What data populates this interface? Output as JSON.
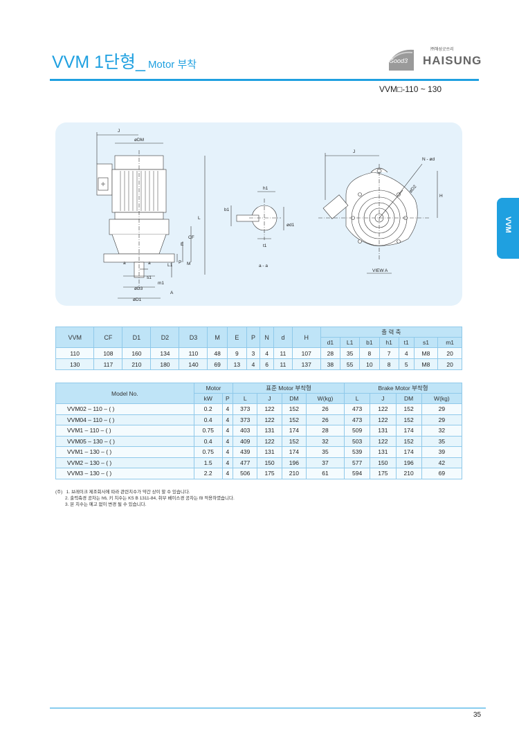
{
  "header": {
    "title_main": "VVM 1단형_",
    "title_sub": "Motor 부착",
    "logo_good": "Good3",
    "logo_small": "㈜해성굿쓰리",
    "logo_name": "HAISUNG",
    "subtitle": "VVM□-110 ~ 130"
  },
  "side_tab": {
    "label": "VVM"
  },
  "drawing": {
    "labels": {
      "J": "J",
      "DM": "øDM",
      "L": "L",
      "CF": "CF",
      "E": "E",
      "P": "P",
      "M": "M",
      "L1": "L1",
      "a1": "a",
      "a2": "a",
      "s1": "s1",
      "D3": "øD3",
      "m1": "m1",
      "D1": "øD1",
      "A": "A",
      "h1": "h1",
      "b1": "b1",
      "d1": "ød1",
      "t1": "t1",
      "aa": "a - a",
      "J2": "J",
      "Nd": "N - ød",
      "D2": "øD2",
      "H": "H",
      "viewA": "VIEW A"
    }
  },
  "table1": {
    "headers": [
      "VVM",
      "CF",
      "D1",
      "D2",
      "D3",
      "M",
      "E",
      "P",
      "N",
      "d",
      "H"
    ],
    "group_header": "출 력 축",
    "sub_headers": [
      "d1",
      "L1",
      "b1",
      "h1",
      "t1",
      "s1",
      "m1"
    ],
    "rows": [
      [
        "110",
        "108",
        "160",
        "134",
        "110",
        "48",
        "9",
        "3",
        "4",
        "11",
        "107",
        "28",
        "35",
        "8",
        "7",
        "4",
        "M8",
        "20"
      ],
      [
        "130",
        "117",
        "210",
        "180",
        "140",
        "69",
        "13",
        "4",
        "6",
        "11",
        "137",
        "38",
        "55",
        "10",
        "8",
        "5",
        "M8",
        "20"
      ]
    ]
  },
  "table2": {
    "model_header": "Model No.",
    "group_motor": "Motor",
    "group_std": "표준 Motor 부착형",
    "group_brake": "Brake Motor 부착형",
    "sub_headers": [
      "kW",
      "P",
      "L",
      "J",
      "DM",
      "W(kg)",
      "L",
      "J",
      "DM",
      "W(kg)"
    ],
    "rows": [
      [
        "VVM02  – 110 – (   )",
        "0.2",
        "4",
        "373",
        "122",
        "152",
        "26",
        "473",
        "122",
        "152",
        "29"
      ],
      [
        "VVM04  – 110 – (   )",
        "0.4",
        "4",
        "373",
        "122",
        "152",
        "26",
        "473",
        "122",
        "152",
        "29"
      ],
      [
        "VVM1   – 110 – (   )",
        "0.75",
        "4",
        "403",
        "131",
        "174",
        "28",
        "509",
        "131",
        "174",
        "32"
      ],
      [
        "VVM05  – 130 – (   )",
        "0.4",
        "4",
        "409",
        "122",
        "152",
        "32",
        "503",
        "122",
        "152",
        "35"
      ],
      [
        "VVM1   – 130 – (   )",
        "0.75",
        "4",
        "439",
        "131",
        "174",
        "35",
        "539",
        "131",
        "174",
        "39"
      ],
      [
        "VVM2   – 130 – (   )",
        "1.5",
        "4",
        "477",
        "150",
        "196",
        "37",
        "577",
        "150",
        "196",
        "42"
      ],
      [
        "VVM3   – 130 – (   )",
        "2.2",
        "4",
        "506",
        "175",
        "210",
        "61",
        "594",
        "175",
        "210",
        "69"
      ]
    ]
  },
  "notes": {
    "prefix": "(주)",
    "lines": [
      "1. 브레이크 제조회사에 따라 관련치수가 약간 상이 할 수 있습니다.",
      "2. 출력축경 공차는 h6, 키 치수는 KS B 1311-84, 취부 베이스경 공차는 f8 적용하였습니다.",
      "3. 본 치수는 예고 없이 변경 될 수 있습니다."
    ]
  },
  "page_number": "35",
  "colors": {
    "accent": "#1fa0e0",
    "panel": "#e5f2fb",
    "table_header": "#bfe4f7"
  }
}
